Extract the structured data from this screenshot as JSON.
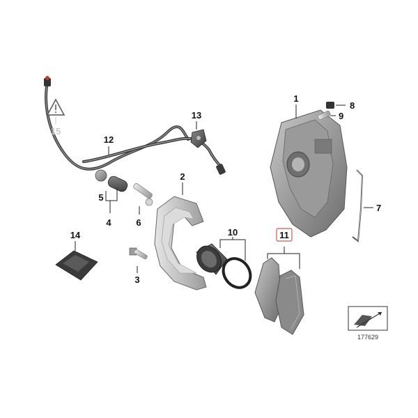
{
  "callouts": {
    "c1": "1",
    "c2": "2",
    "c3": "3",
    "c4": "4",
    "c5": "5",
    "c6": "6",
    "c7": "7",
    "c8": "8",
    "c9": "9",
    "c10": "10",
    "c11": "11",
    "c12": "12",
    "c13": "13",
    "c14": "14",
    "c15": "15"
  },
  "diagram_id": "177629",
  "colors": {
    "part_dark": "#4a4a4a",
    "part_mid": "#7d7d7d",
    "part_light": "#b9b9b9",
    "highlight_box": "#d9534f",
    "faded_label": "#c9c9c9"
  }
}
